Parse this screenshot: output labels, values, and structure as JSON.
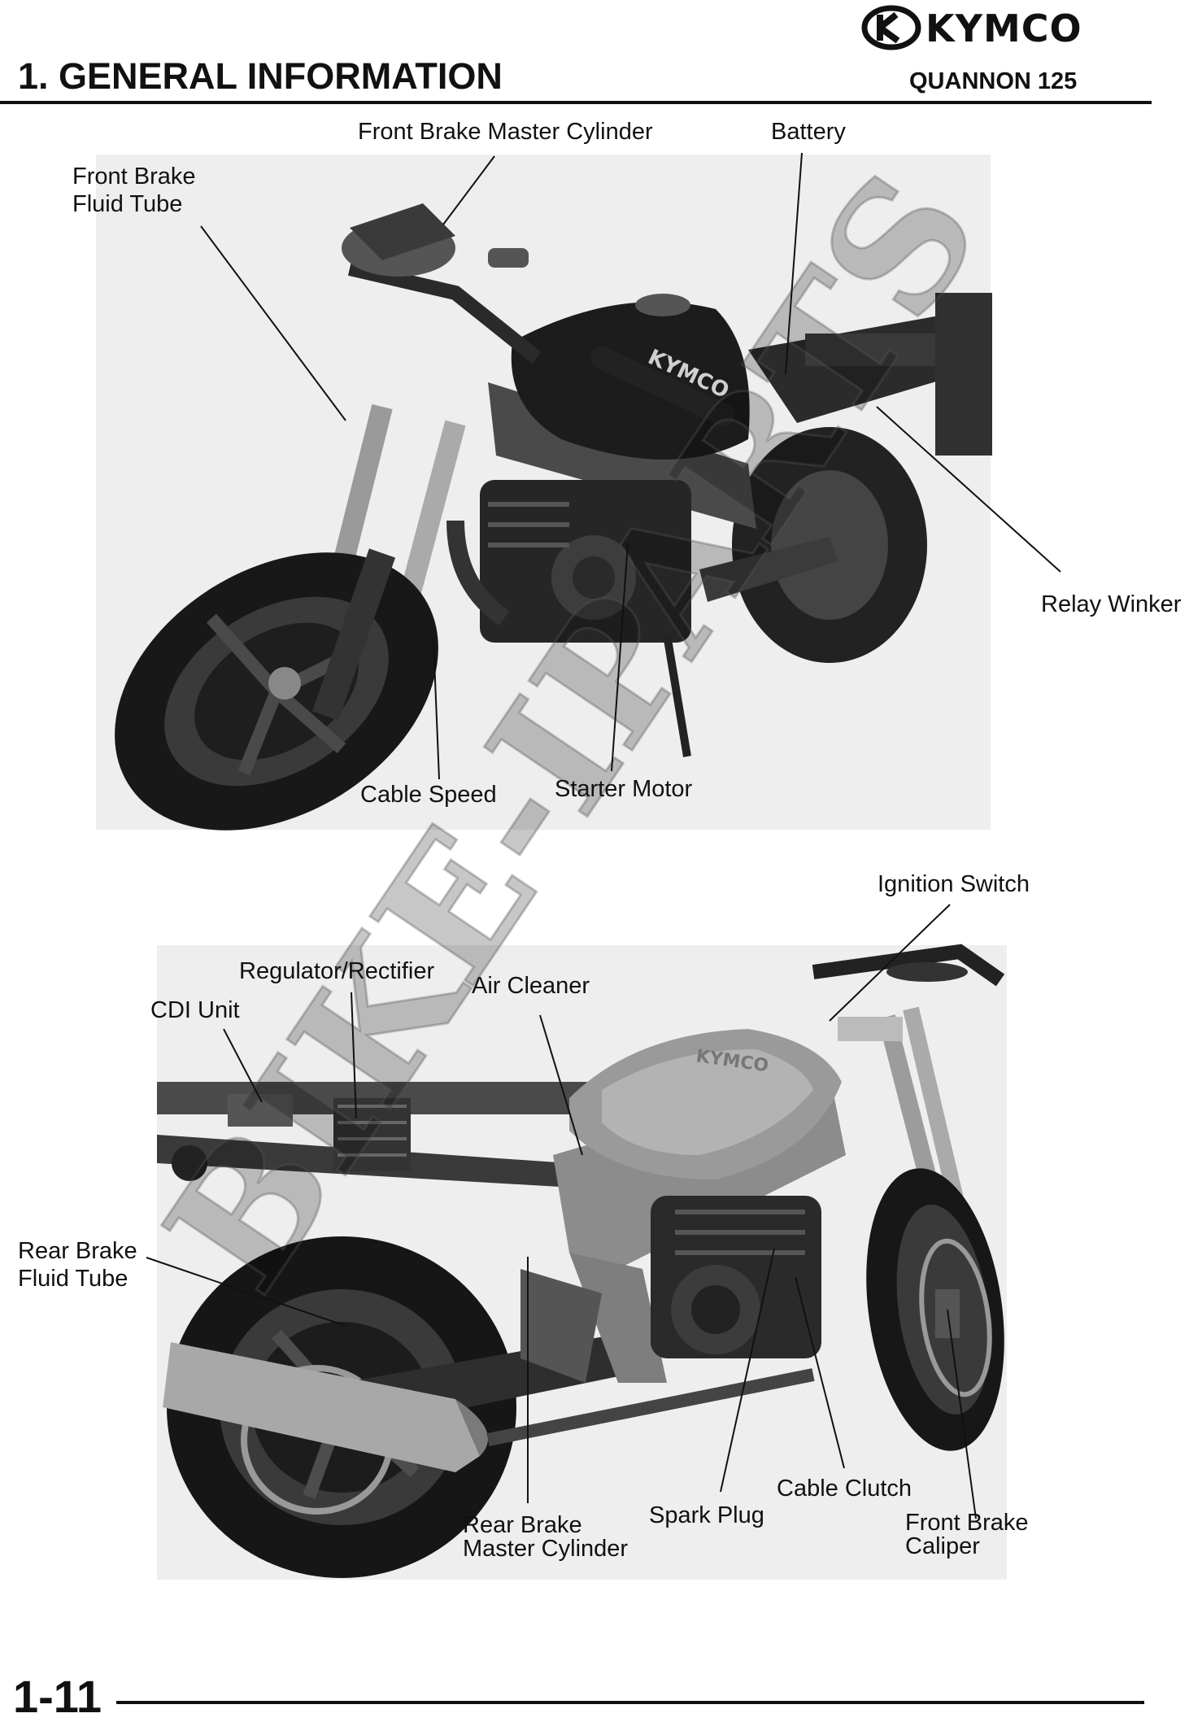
{
  "header": {
    "brand": "KYMCO",
    "section_title": "1. GENERAL INFORMATION",
    "model": "QUANNON 125"
  },
  "figure_top": {
    "labels": {
      "front_brake_master_cylinder": "Front Brake Master Cylinder",
      "battery": "Battery",
      "front_brake_fluid_tube_line1": "Front Brake",
      "front_brake_fluid_tube_line2": "Fluid Tube",
      "relay_winker": "Relay Winker",
      "cable_speed": "Cable Speed",
      "starter_motor": "Starter Motor"
    }
  },
  "figure_bottom": {
    "labels": {
      "ignition_switch": "Ignition Switch",
      "regulator_rectifier": "Regulator/Rectifier",
      "air_cleaner": "Air Cleaner",
      "cdi_unit": "CDI Unit",
      "rear_brake_fluid_tube_line1": "Rear Brake",
      "rear_brake_fluid_tube_line2": "Fluid Tube",
      "cable_clutch": "Cable Clutch",
      "spark_plug": "Spark Plug",
      "rear_brake_master_cylinder_line1": "Rear Brake",
      "rear_brake_master_cylinder_line2": "Master Cylinder",
      "front_brake_caliper_line1": "Front Brake",
      "front_brake_caliper_line2": "Caliper"
    }
  },
  "watermark": "BIKE-IPARTS",
  "footer": {
    "page_number": "1-11"
  }
}
